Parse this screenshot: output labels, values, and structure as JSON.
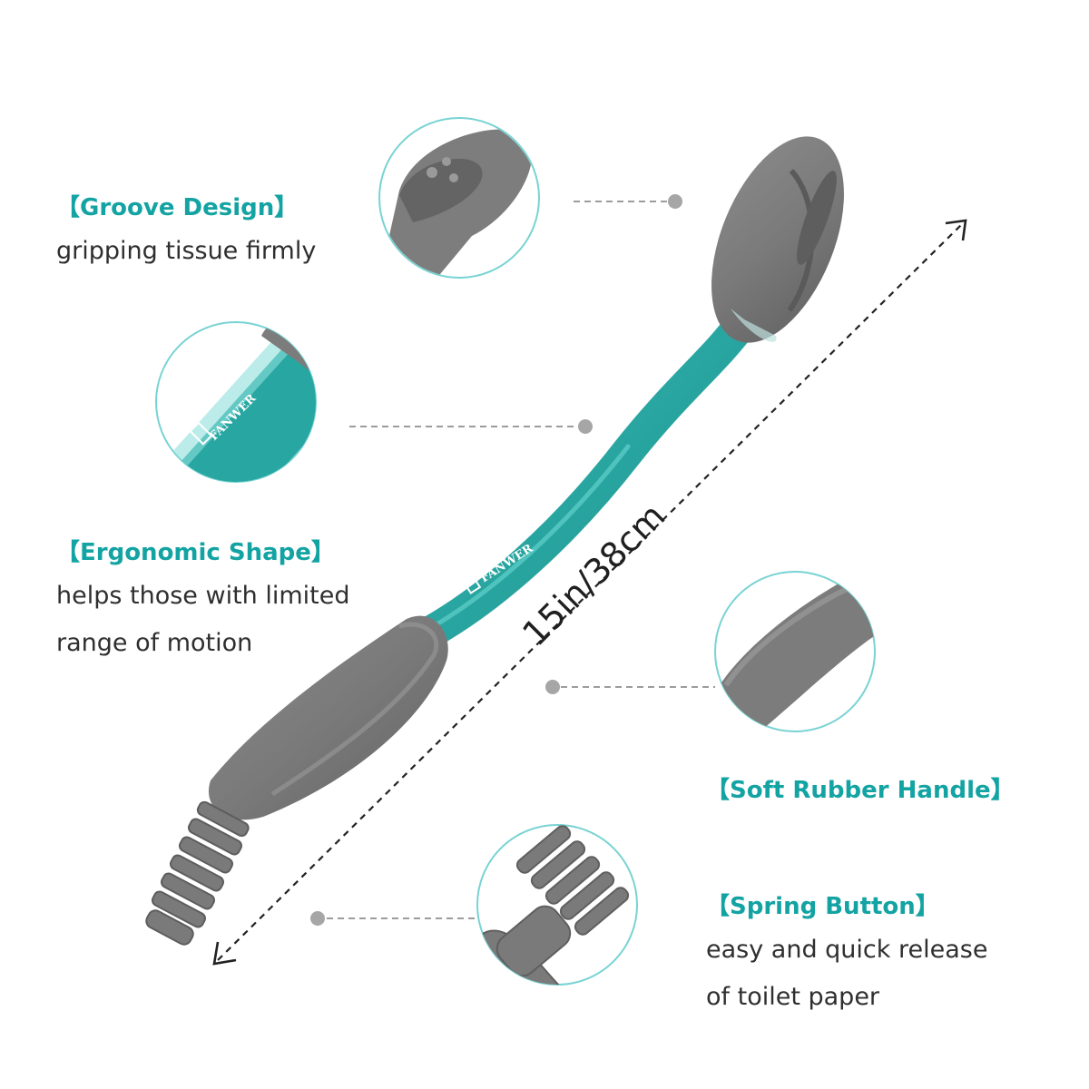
{
  "brand": "FANWER",
  "measurement": "15in/38cm",
  "colors": {
    "accent": "#14a3a3",
    "tube": "#27a6a2",
    "rubber": "#7c7c7c",
    "circle_border": "#79d3d3",
    "dot": "#a6a6a6"
  },
  "features": {
    "groove": {
      "title": "【Groove Design】",
      "lines": [
        "gripping tissue firmly"
      ]
    },
    "ergonomic": {
      "title": "【Ergonomic Shape】",
      "lines": [
        "helps those with limited",
        "range of motion"
      ]
    },
    "handle": {
      "title": "【Soft Rubber Handle】",
      "lines": []
    },
    "spring": {
      "title": "【Spring Button】",
      "lines": [
        "easy and quick release",
        "of toilet paper"
      ]
    }
  }
}
